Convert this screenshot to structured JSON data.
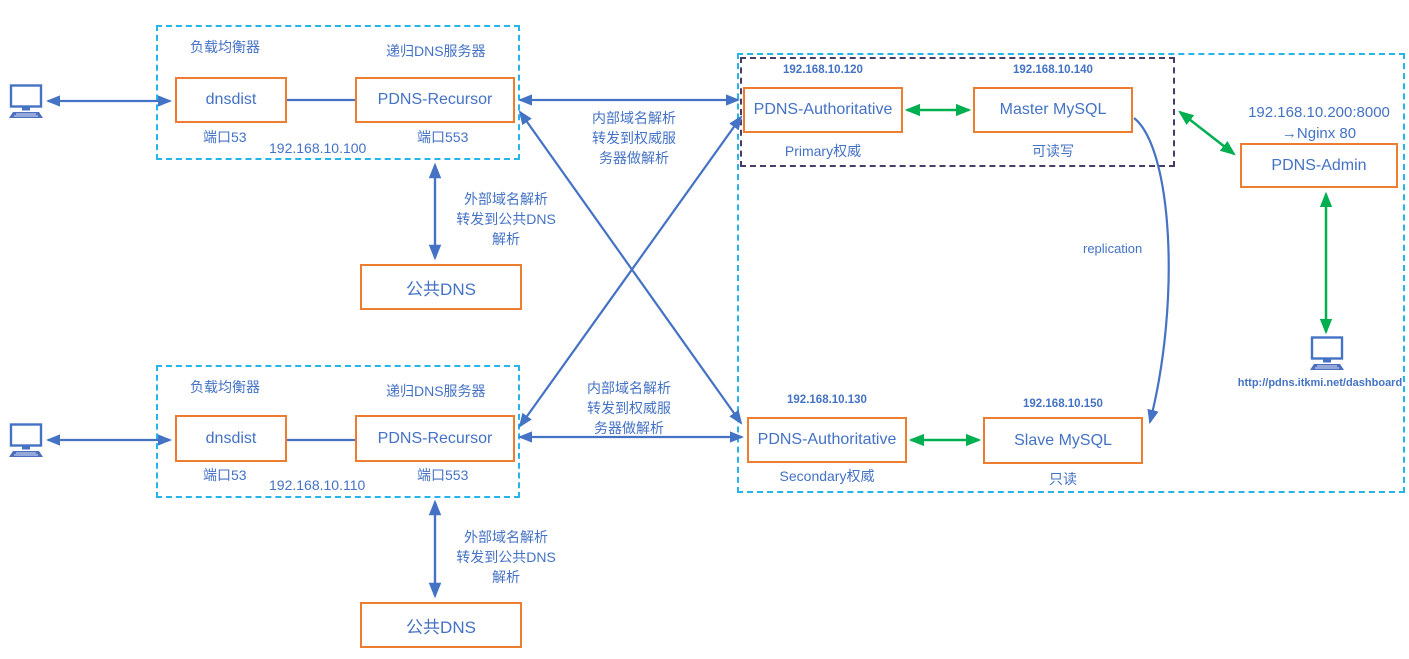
{
  "colors": {
    "arrow_blue": "#4472C4",
    "arrow_green": "#00B050",
    "box_orange": "#ED7D31",
    "dashed_cyan": "#27B4E8",
    "dashed_purple": "#4A3C66",
    "text_blue": "#4472C4"
  },
  "groups": {
    "top": {
      "lb_label": "负载均衡器",
      "recursive_label": "递归DNS服务器",
      "dnsdist": "dnsdist",
      "recursor": "PDNS-Recursor",
      "dnsdist_port": "端口53",
      "recursor_port": "端口553",
      "ip": "192.168.10.100"
    },
    "bottom": {
      "lb_label": "负载均衡器",
      "recursive_label": "递归DNS服务器",
      "dnsdist": "dnsdist",
      "recursor": "PDNS-Recursor",
      "dnsdist_port": "端口53",
      "recursor_port": "端口553",
      "ip": "192.168.10.110"
    }
  },
  "public_dns": {
    "top_label": "公共DNS",
    "bottom_label": "公共DNS"
  },
  "notes": {
    "external_top": [
      "外部域名解析",
      "转发到公共DNS",
      "解析"
    ],
    "external_bottom": [
      "外部域名解析",
      "转发到公共DNS",
      "解析"
    ],
    "internal_top": [
      "内部域名解析",
      "转发到权威服",
      "务器做解析"
    ],
    "internal_bottom": [
      "内部域名解析",
      "转发到权威服",
      "务器做解析"
    ]
  },
  "authoritative_cluster": {
    "primary": {
      "ip": "192.168.10.120",
      "name": "PDNS-Authoritative",
      "role": "Primary权威"
    },
    "master_db": {
      "ip": "192.168.10.140",
      "name": "Master MySQL",
      "mode": "可读写"
    },
    "secondary": {
      "ip": "192.168.10.130",
      "name": "PDNS-Authoritative",
      "role": "Secondary权威"
    },
    "slave_db": {
      "ip": "192.168.10.150",
      "name": "Slave MySQL",
      "mode": "只读"
    },
    "replication_label": "replication"
  },
  "admin": {
    "address": "192.168.10.200:8000",
    "nginx": "→Nginx 80",
    "name": "PDNS-Admin",
    "dashboard_url": "http://pdns.itkmi.net/dashboard"
  }
}
